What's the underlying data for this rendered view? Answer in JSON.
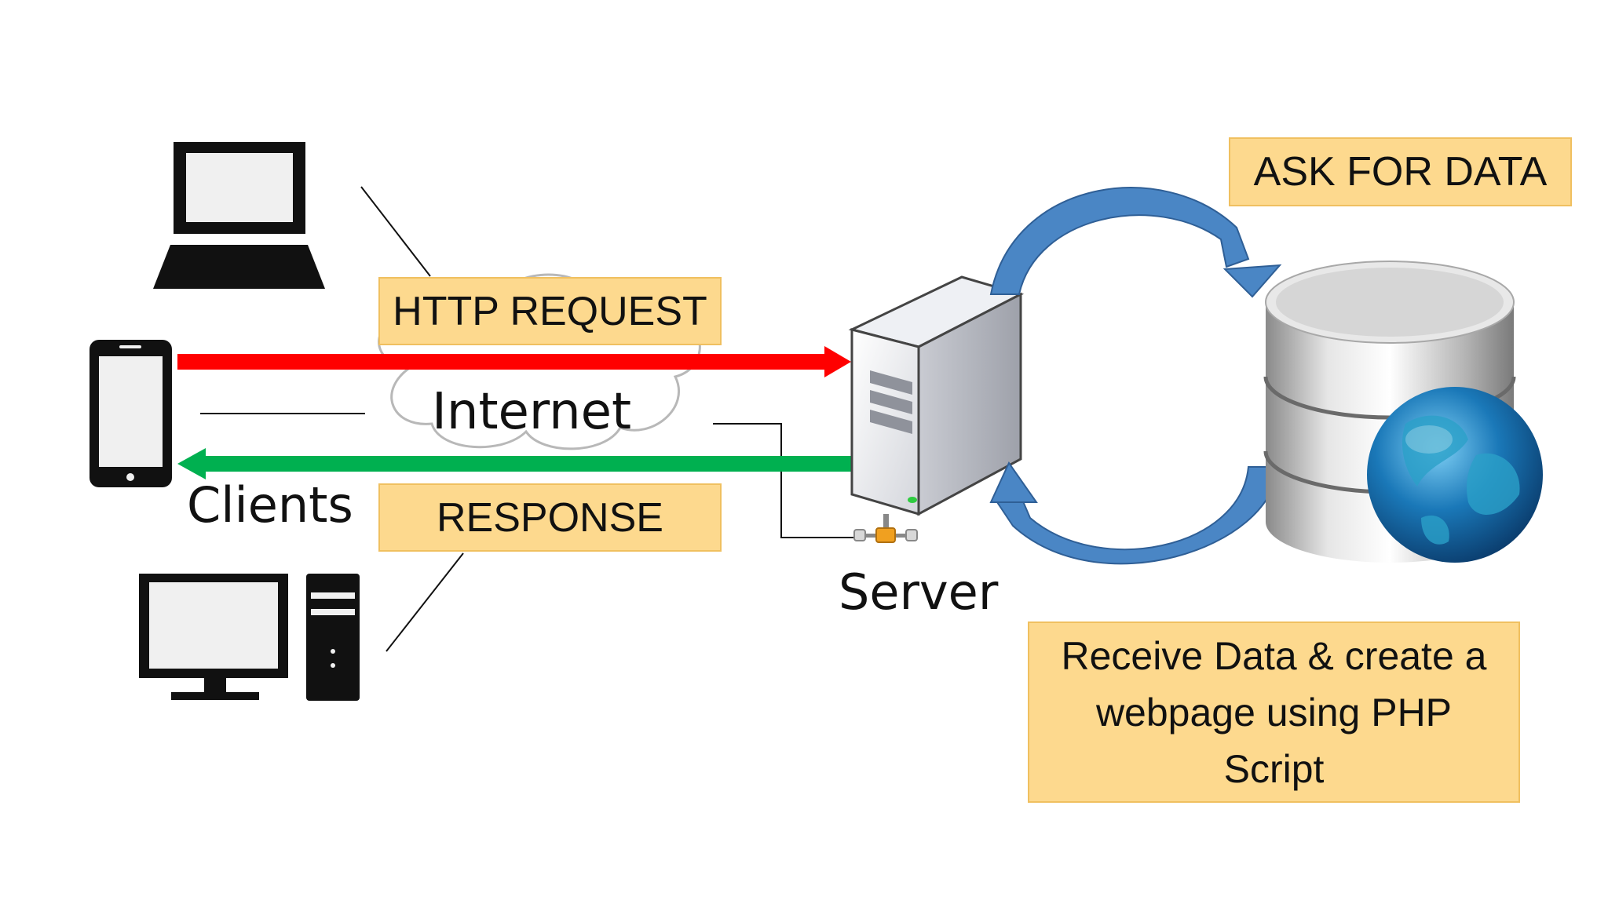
{
  "labels": {
    "http_request": "HTTP REQUEST",
    "response": "RESPONSE",
    "internet": "Internet",
    "clients": "Clients",
    "server": "Server",
    "ask_for_data": "ASK FOR DATA",
    "receive_data": "Receive Data & create a webpage using PHP Script"
  },
  "colors": {
    "request_arrow": "#ff0000",
    "response_arrow": "#00b050",
    "label_fill": "#fdd98e",
    "label_border": "#f0c060",
    "curved_arrow": "#4a86c5"
  },
  "icons": [
    "laptop-icon",
    "smartphone-icon",
    "desktop-computer-icon",
    "cloud-icon",
    "server-icon",
    "database-icon",
    "globe-icon"
  ]
}
